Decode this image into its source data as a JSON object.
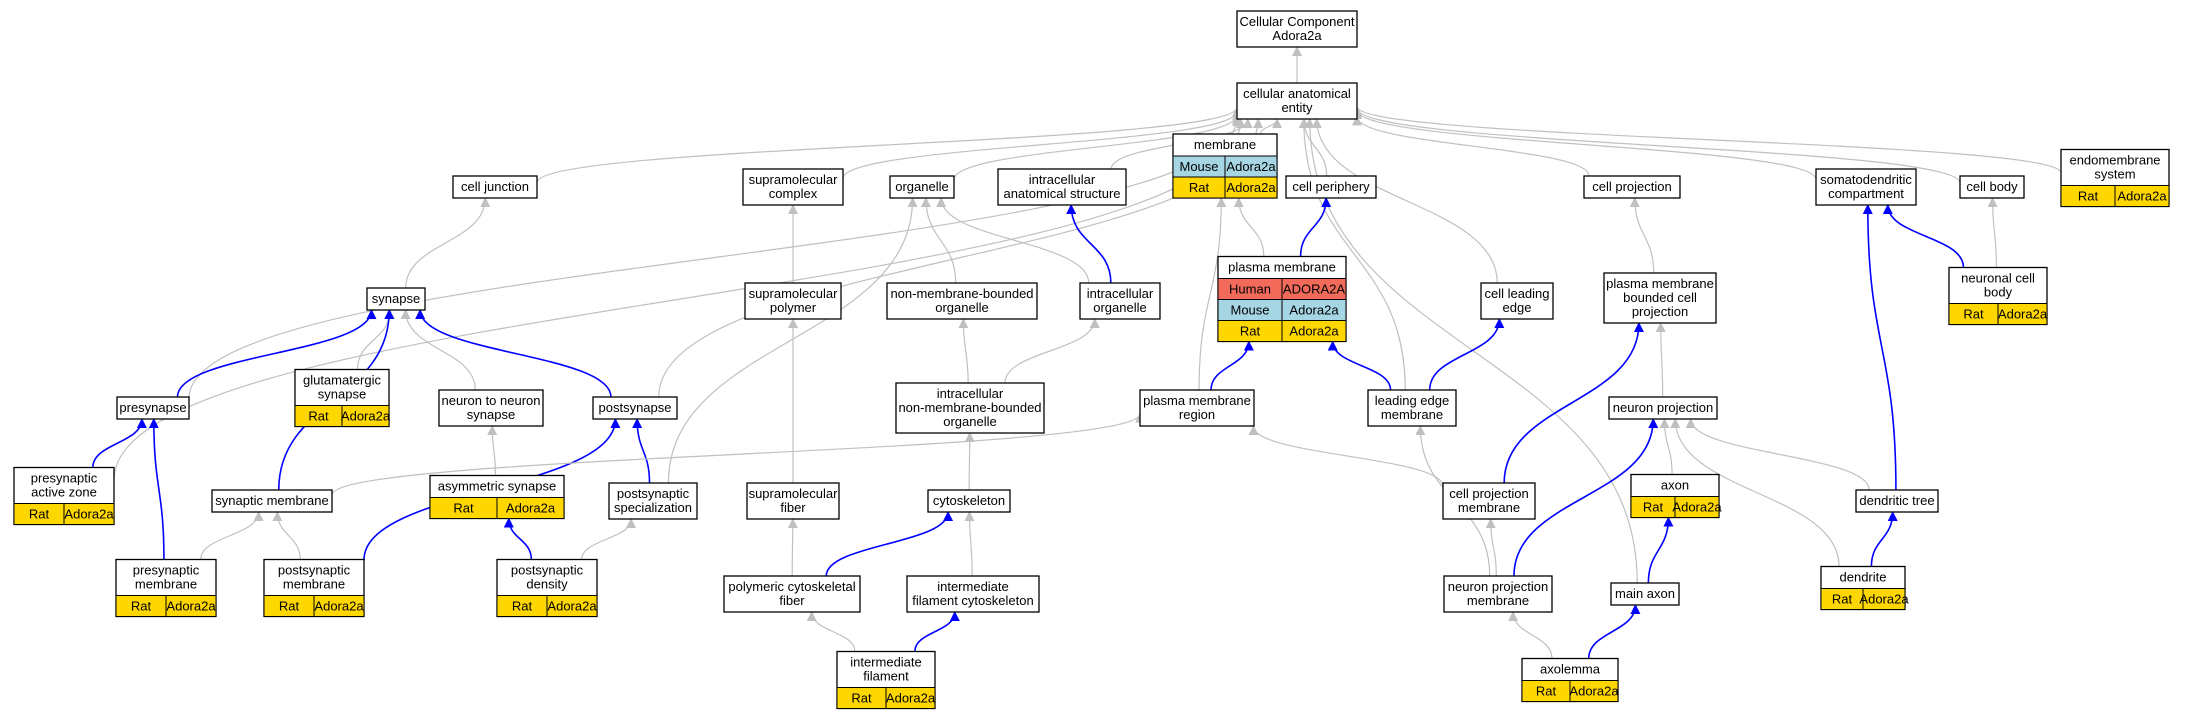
{
  "colors": {
    "background": "#ffffff",
    "box_stroke": "#000000",
    "edge_gray": "#c0c0c0",
    "edge_blue": "#0000ff",
    "Human": "#f26a5a",
    "Mouse": "#a6d5e4",
    "Rat": "#ffd700"
  },
  "nodes": [
    {
      "id": "root",
      "lines": [
        "Cellular Component",
        "Adora2a"
      ],
      "annotations": []
    },
    {
      "id": "cae",
      "lines": [
        "cellular anatomical",
        "entity"
      ],
      "annotations": []
    },
    {
      "id": "cell_junction",
      "lines": [
        "cell junction"
      ],
      "annotations": []
    },
    {
      "id": "supramolecular_complex",
      "lines": [
        "supramolecular",
        "complex"
      ],
      "annotations": []
    },
    {
      "id": "organelle",
      "lines": [
        "organelle"
      ],
      "annotations": []
    },
    {
      "id": "intracellular_anatomical_structure",
      "lines": [
        "intracellular",
        "anatomical structure"
      ],
      "annotations": []
    },
    {
      "id": "membrane",
      "lines": [
        "membrane"
      ],
      "annotations": [
        [
          "Mouse",
          "Adora2a"
        ],
        [
          "Rat",
          "Adora2a"
        ]
      ]
    },
    {
      "id": "cell_periphery",
      "lines": [
        "cell periphery"
      ],
      "annotations": []
    },
    {
      "id": "cell_projection",
      "lines": [
        "cell projection"
      ],
      "annotations": []
    },
    {
      "id": "somatodendritic_compartment",
      "lines": [
        "somatodendritic",
        "compartment"
      ],
      "annotations": []
    },
    {
      "id": "cell_body",
      "lines": [
        "cell body"
      ],
      "annotations": []
    },
    {
      "id": "endomembrane_system",
      "lines": [
        "endomembrane",
        "system"
      ],
      "annotations": [
        [
          "Rat",
          "Adora2a"
        ]
      ]
    },
    {
      "id": "synapse",
      "lines": [
        "synapse"
      ],
      "annotations": []
    },
    {
      "id": "glutamatergic_synapse",
      "lines": [
        "glutamatergic",
        "synapse"
      ],
      "annotations": [
        [
          "Rat",
          "Adora2a"
        ]
      ]
    },
    {
      "id": "supramolecular_polymer",
      "lines": [
        "supramolecular",
        "polymer"
      ],
      "annotations": []
    },
    {
      "id": "non_membrane_bounded_organelle",
      "lines": [
        "non-membrane-bounded",
        "organelle"
      ],
      "annotations": []
    },
    {
      "id": "intracellular_organelle",
      "lines": [
        "intracellular",
        "organelle"
      ],
      "annotations": []
    },
    {
      "id": "plasma_membrane",
      "lines": [
        "plasma membrane"
      ],
      "annotations": [
        [
          "Human",
          "ADORA2A"
        ],
        [
          "Mouse",
          "Adora2a"
        ],
        [
          "Rat",
          "Adora2a"
        ]
      ]
    },
    {
      "id": "cell_leading_edge",
      "lines": [
        "cell leading",
        "edge"
      ],
      "annotations": []
    },
    {
      "id": "pm_bounded_cell_projection",
      "lines": [
        "plasma membrane",
        "bounded cell",
        "projection"
      ],
      "annotations": []
    },
    {
      "id": "neuronal_cell_body",
      "lines": [
        "neuronal cell",
        "body"
      ],
      "annotations": [
        [
          "Rat",
          "Adora2a"
        ]
      ]
    },
    {
      "id": "presynapse",
      "lines": [
        "presynapse"
      ],
      "annotations": []
    },
    {
      "id": "neuron_to_neuron_synapse",
      "lines": [
        "neuron to neuron",
        "synapse"
      ],
      "annotations": []
    },
    {
      "id": "postsynapse",
      "lines": [
        "postsynapse"
      ],
      "annotations": []
    },
    {
      "id": "intracellular_nmb_organelle",
      "lines": [
        "intracellular",
        "non-membrane-bounded",
        "organelle"
      ],
      "annotations": []
    },
    {
      "id": "plasma_membrane_region",
      "lines": [
        "plasma membrane",
        "region"
      ],
      "annotations": []
    },
    {
      "id": "leading_edge_membrane",
      "lines": [
        "leading edge",
        "membrane"
      ],
      "annotations": []
    },
    {
      "id": "neuron_projection",
      "lines": [
        "neuron projection"
      ],
      "annotations": []
    },
    {
      "id": "presynaptic_active_zone",
      "lines": [
        "presynaptic",
        "active zone"
      ],
      "annotations": [
        [
          "Rat",
          "Adora2a"
        ]
      ]
    },
    {
      "id": "synaptic_membrane",
      "lines": [
        "synaptic membrane"
      ],
      "annotations": []
    },
    {
      "id": "asymmetric_synapse",
      "lines": [
        "asymmetric synapse"
      ],
      "annotations": [
        [
          "Rat",
          "Adora2a"
        ]
      ]
    },
    {
      "id": "postsynaptic_specialization",
      "lines": [
        "postsynaptic",
        "specialization"
      ],
      "annotations": []
    },
    {
      "id": "supramolecular_fiber",
      "lines": [
        "supramolecular",
        "fiber"
      ],
      "annotations": []
    },
    {
      "id": "cytoskeleton",
      "lines": [
        "cytoskeleton"
      ],
      "annotations": []
    },
    {
      "id": "cell_projection_membrane",
      "lines": [
        "cell projection",
        "membrane"
      ],
      "annotations": []
    },
    {
      "id": "axon",
      "lines": [
        "axon"
      ],
      "annotations": [
        [
          "Rat",
          "Adora2a"
        ]
      ]
    },
    {
      "id": "dendritic_tree",
      "lines": [
        "dendritic tree"
      ],
      "annotations": []
    },
    {
      "id": "presynaptic_membrane",
      "lines": [
        "presynaptic",
        "membrane"
      ],
      "annotations": [
        [
          "Rat",
          "Adora2a"
        ]
      ]
    },
    {
      "id": "postsynaptic_membrane",
      "lines": [
        "postsynaptic",
        "membrane"
      ],
      "annotations": [
        [
          "Rat",
          "Adora2a"
        ]
      ]
    },
    {
      "id": "postsynaptic_density",
      "lines": [
        "postsynaptic",
        "density"
      ],
      "annotations": [
        [
          "Rat",
          "Adora2a"
        ]
      ]
    },
    {
      "id": "polymeric_cytoskeletal_fiber",
      "lines": [
        "polymeric cytoskeletal",
        "fiber"
      ],
      "annotations": []
    },
    {
      "id": "intermediate_filament_cytoskeleton",
      "lines": [
        "intermediate",
        "filament cytoskeleton"
      ],
      "annotations": []
    },
    {
      "id": "neuron_projection_membrane",
      "lines": [
        "neuron projection",
        "membrane"
      ],
      "annotations": []
    },
    {
      "id": "main_axon",
      "lines": [
        "main axon"
      ],
      "annotations": []
    },
    {
      "id": "dendrite",
      "lines": [
        "dendrite"
      ],
      "annotations": [
        [
          "Rat",
          "Adora2a"
        ]
      ]
    },
    {
      "id": "intermediate_filament",
      "lines": [
        "intermediate",
        "filament"
      ],
      "annotations": [
        [
          "Rat",
          "Adora2a"
        ]
      ]
    },
    {
      "id": "axolemma",
      "lines": [
        "axolemma"
      ],
      "annotations": [
        [
          "Rat",
          "Adora2a"
        ]
      ]
    }
  ],
  "edges": [
    {
      "from": "cae",
      "to": "root",
      "style": "gray"
    },
    {
      "from": "cell_junction",
      "to": "cae",
      "style": "gray"
    },
    {
      "from": "supramolecular_complex",
      "to": "cae",
      "style": "gray"
    },
    {
      "from": "organelle",
      "to": "cae",
      "style": "gray"
    },
    {
      "from": "intracellular_anatomical_structure",
      "to": "cae",
      "style": "gray"
    },
    {
      "from": "membrane",
      "to": "cae",
      "style": "gray"
    },
    {
      "from": "cell_periphery",
      "to": "cae",
      "style": "gray"
    },
    {
      "from": "cell_projection",
      "to": "cae",
      "style": "gray"
    },
    {
      "from": "somatodendritic_compartment",
      "to": "cae",
      "style": "gray"
    },
    {
      "from": "cell_body",
      "to": "cae",
      "style": "gray"
    },
    {
      "from": "endomembrane_system",
      "to": "cae",
      "style": "gray"
    },
    {
      "from": "presynaptic_active_zone",
      "to": "cae",
      "style": "gray"
    },
    {
      "from": "presynapse",
      "to": "cae",
      "style": "gray"
    },
    {
      "from": "postsynapse",
      "to": "cae",
      "style": "gray"
    },
    {
      "from": "cell_leading_edge",
      "to": "cae",
      "style": "gray"
    },
    {
      "from": "leading_edge_membrane",
      "to": "cae",
      "style": "gray"
    },
    {
      "from": "main_axon",
      "to": "cae",
      "style": "gray"
    },
    {
      "from": "synapse",
      "to": "cell_junction",
      "style": "gray"
    },
    {
      "from": "supramolecular_polymer",
      "to": "supramolecular_complex",
      "style": "gray"
    },
    {
      "from": "non_membrane_bounded_organelle",
      "to": "organelle",
      "style": "gray"
    },
    {
      "from": "intracellular_organelle",
      "to": "organelle",
      "style": "gray"
    },
    {
      "from": "postsynaptic_specialization",
      "to": "organelle",
      "style": "gray"
    },
    {
      "from": "intracellular_organelle",
      "to": "intracellular_anatomical_structure",
      "style": "blue"
    },
    {
      "from": "plasma_membrane",
      "to": "membrane",
      "style": "gray"
    },
    {
      "from": "plasma_membrane_region",
      "to": "membrane",
      "style": "gray"
    },
    {
      "from": "plasma_membrane",
      "to": "cell_periphery",
      "style": "blue"
    },
    {
      "from": "pm_bounded_cell_projection",
      "to": "cell_projection",
      "style": "gray"
    },
    {
      "from": "neuronal_cell_body",
      "to": "somatodendritic_compartment",
      "style": "blue"
    },
    {
      "from": "dendritic_tree",
      "to": "somatodendritic_compartment",
      "style": "blue"
    },
    {
      "from": "neuronal_cell_body",
      "to": "cell_body",
      "style": "gray"
    },
    {
      "from": "glutamatergic_synapse",
      "to": "synapse",
      "style": "gray"
    },
    {
      "from": "neuron_to_neuron_synapse",
      "to": "synapse",
      "style": "gray"
    },
    {
      "from": "presynapse",
      "to": "synapse",
      "style": "blue"
    },
    {
      "from": "postsynapse",
      "to": "synapse",
      "style": "blue"
    },
    {
      "from": "synaptic_membrane",
      "to": "synapse",
      "style": "blue"
    },
    {
      "from": "intracellular_nmb_organelle",
      "to": "non_membrane_bounded_organelle",
      "style": "gray"
    },
    {
      "from": "intracellular_nmb_organelle",
      "to": "intracellular_organelle",
      "style": "gray"
    },
    {
      "from": "plasma_membrane_region",
      "to": "plasma_membrane",
      "style": "blue"
    },
    {
      "from": "leading_edge_membrane",
      "to": "plasma_membrane",
      "style": "blue"
    },
    {
      "from": "leading_edge_membrane",
      "to": "cell_leading_edge",
      "style": "blue"
    },
    {
      "from": "cell_projection_membrane",
      "to": "pm_bounded_cell_projection",
      "style": "blue"
    },
    {
      "from": "neuron_projection",
      "to": "pm_bounded_cell_projection",
      "style": "gray"
    },
    {
      "from": "presynaptic_active_zone",
      "to": "presynapse",
      "style": "blue"
    },
    {
      "from": "presynaptic_membrane",
      "to": "presynapse",
      "style": "blue"
    },
    {
      "from": "asymmetric_synapse",
      "to": "neuron_to_neuron_synapse",
      "style": "gray"
    },
    {
      "from": "postsynaptic_specialization",
      "to": "postsynapse",
      "style": "blue"
    },
    {
      "from": "postsynaptic_membrane",
      "to": "postsynapse",
      "style": "blue"
    },
    {
      "from": "cytoskeleton",
      "to": "intracellular_nmb_organelle",
      "style": "gray"
    },
    {
      "from": "synaptic_membrane",
      "to": "plasma_membrane_region",
      "style": "gray"
    },
    {
      "from": "cell_projection_membrane",
      "to": "plasma_membrane_region",
      "style": "gray"
    },
    {
      "from": "neuron_projection_membrane",
      "to": "leading_edge_membrane",
      "style": "gray"
    },
    {
      "from": "axon",
      "to": "neuron_projection",
      "style": "gray"
    },
    {
      "from": "dendritic_tree",
      "to": "neuron_projection",
      "style": "gray"
    },
    {
      "from": "dendrite",
      "to": "neuron_projection",
      "style": "gray"
    },
    {
      "from": "neuron_projection_membrane",
      "to": "neuron_projection",
      "style": "blue"
    },
    {
      "from": "presynaptic_membrane",
      "to": "synaptic_membrane",
      "style": "gray"
    },
    {
      "from": "postsynaptic_membrane",
      "to": "synaptic_membrane",
      "style": "gray"
    },
    {
      "from": "postsynaptic_density",
      "to": "asymmetric_synapse",
      "style": "blue"
    },
    {
      "from": "postsynaptic_density",
      "to": "postsynaptic_specialization",
      "style": "gray"
    },
    {
      "from": "supramolecular_fiber",
      "to": "supramolecular_polymer",
      "style": "gray"
    },
    {
      "from": "polymeric_cytoskeletal_fiber",
      "to": "supramolecular_fiber",
      "style": "gray"
    },
    {
      "from": "polymeric_cytoskeletal_fiber",
      "to": "cytoskeleton",
      "style": "blue"
    },
    {
      "from": "intermediate_filament_cytoskeleton",
      "to": "cytoskeleton",
      "style": "gray"
    },
    {
      "from": "neuron_projection_membrane",
      "to": "cell_projection_membrane",
      "style": "gray"
    },
    {
      "from": "main_axon",
      "to": "axon",
      "style": "blue"
    },
    {
      "from": "dendrite",
      "to": "dendritic_tree",
      "style": "blue"
    },
    {
      "from": "intermediate_filament",
      "to": "polymeric_cytoskeletal_fiber",
      "style": "gray"
    },
    {
      "from": "intermediate_filament",
      "to": "intermediate_filament_cytoskeleton",
      "style": "blue"
    },
    {
      "from": "axolemma",
      "to": "neuron_projection_membrane",
      "style": "gray"
    },
    {
      "from": "axolemma",
      "to": "main_axon",
      "style": "blue"
    }
  ]
}
